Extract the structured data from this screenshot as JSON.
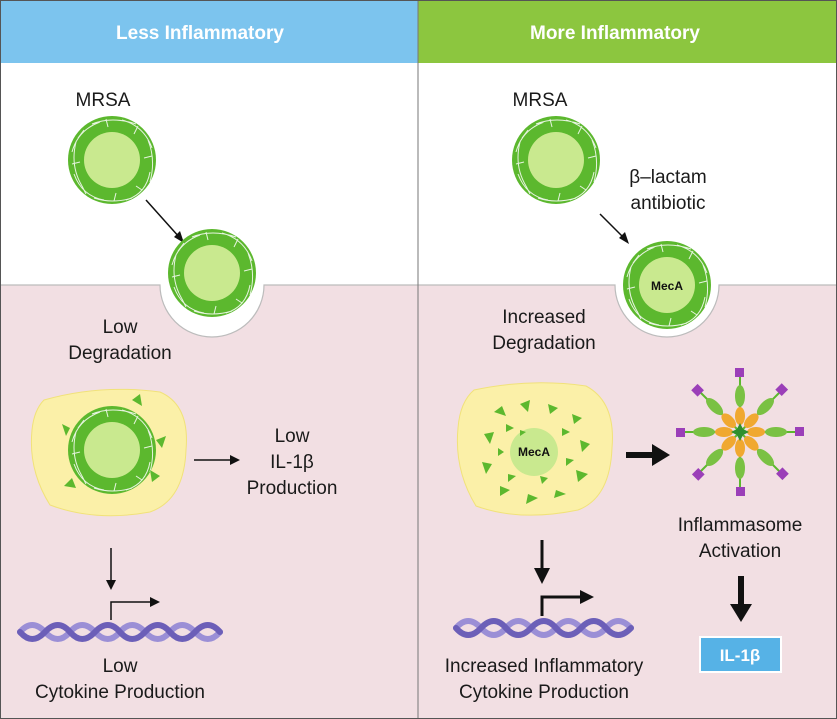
{
  "headers": {
    "left": "Less Inflammatory",
    "right": "More Inflammatory"
  },
  "left": {
    "mrsa": "MRSA",
    "degradation": [
      "Low",
      "Degradation"
    ],
    "il1b_production": [
      "Low",
      "IL-1β",
      "Production"
    ],
    "cytokine": [
      "Low",
      "Cytokine Production"
    ]
  },
  "right": {
    "mrsa": "MRSA",
    "antibiotic": [
      "β–lactam",
      "antibiotic"
    ],
    "meca_label": "MecA",
    "degradation": [
      "Increased",
      "Degradation"
    ],
    "meca_label_cell": "MecA",
    "inflammasome": [
      "Inflammasome",
      "Activation"
    ],
    "cytokine": [
      "Increased Inflammatory",
      "Cytokine Production"
    ],
    "il1b_box": "IL-1β"
  },
  "colors": {
    "header_left": "#7cc4ee",
    "header_right": "#8cc63f",
    "host_cell_bg": "#f2dfe3",
    "bacteria_ring": "#5cb82e",
    "bacteria_core": "#c9e98f",
    "phagosome": "#fbf0a8",
    "dna": "#9b8fd6",
    "il1b_box": "#56b2e6"
  }
}
